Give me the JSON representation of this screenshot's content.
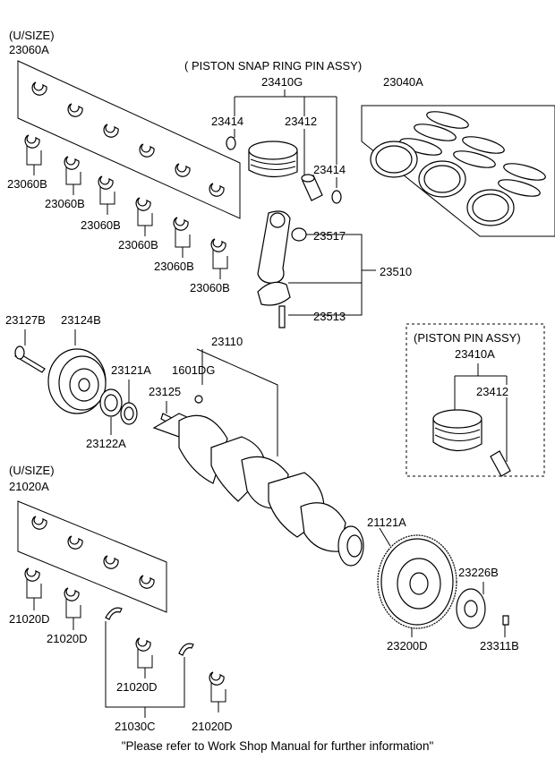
{
  "labels": {
    "l23060_usize": "(U/SIZE)",
    "l23060A": "23060A",
    "l23060B_1": "23060B",
    "l23060B_2": "23060B",
    "l23060B_3": "23060B",
    "l23060B_4": "23060B",
    "l23060B_5": "23060B",
    "l23060B_6": "23060B",
    "snap_assy": "( PISTON  SNAP RING  PIN ASSY)",
    "l23410G": "23410G",
    "l23414_a": "23414",
    "l23412_a": "23412",
    "l23414_b": "23414",
    "l23040A": "23040A",
    "l23517": "23517",
    "l23510": "23510",
    "l23513": "23513",
    "l23127B": "23127B",
    "l23124B": "23124B",
    "l23110": "23110",
    "l23121A": "23121A",
    "l1601DG": "1601DG",
    "l23125": "23125",
    "l23122A": "23122A",
    "pin_assy": "(PISTON  PIN ASSY)",
    "l23410A": "23410A",
    "l23412_b": "23412",
    "l21020_usize": "(U/SIZE)",
    "l21020A": "21020A",
    "l21121A": "21121A",
    "l23226B": "23226B",
    "l21020D_1": "21020D",
    "l21020D_2": "21020D",
    "l21020D_3": "21020D",
    "l21020D_4": "21020D",
    "l23200D": "23200D",
    "l23311B": "23311B",
    "l21030C": "21030C"
  },
  "footer_note": "\"Please refer to Work Shop Manual for further information\""
}
